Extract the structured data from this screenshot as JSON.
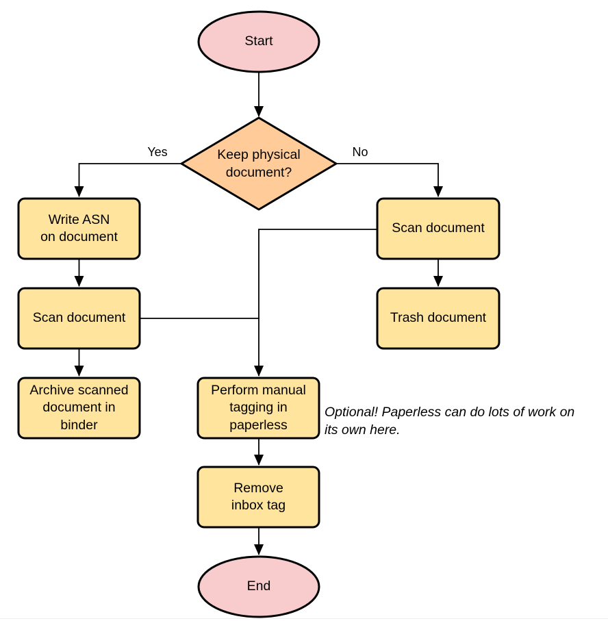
{
  "diagram": {
    "type": "flowchart",
    "colors": {
      "terminal_fill": "#F8CCCC",
      "decision_fill": "#FFCC99",
      "process_fill": "#FFE49E",
      "stroke": "#000000",
      "arrow": "#000000"
    },
    "nodes": {
      "start": {
        "type": "terminal",
        "label": "Start"
      },
      "decision": {
        "type": "decision",
        "label": "Keep physical\ndocument?"
      },
      "write_asn": {
        "type": "process",
        "label": "Write ASN\non document"
      },
      "scan_left": {
        "type": "process",
        "label": "Scan document"
      },
      "archive": {
        "type": "process",
        "label": "Archive scanned\ndocument in\nbinder"
      },
      "scan_right": {
        "type": "process",
        "label": "Scan document"
      },
      "trash": {
        "type": "process",
        "label": "Trash document"
      },
      "tagging": {
        "type": "process",
        "label": "Perform manual\ntagging in\npaperless"
      },
      "remove_inbox": {
        "type": "process",
        "label": "Remove\ninbox tag"
      },
      "end": {
        "type": "terminal",
        "label": "End"
      }
    },
    "edge_labels": {
      "yes": "Yes",
      "no": "No"
    },
    "edges": [
      {
        "from": "start",
        "to": "decision",
        "label": ""
      },
      {
        "from": "decision",
        "to": "write_asn",
        "label": "Yes"
      },
      {
        "from": "decision",
        "to": "scan_right",
        "label": "No"
      },
      {
        "from": "write_asn",
        "to": "scan_left",
        "label": ""
      },
      {
        "from": "scan_left",
        "to": "archive",
        "label": ""
      },
      {
        "from": "scan_right",
        "to": "trash",
        "label": ""
      },
      {
        "from": "scan_right",
        "to": "tagging",
        "label": ""
      },
      {
        "from": "scan_left",
        "to": "tagging",
        "label": ""
      },
      {
        "from": "tagging",
        "to": "remove_inbox",
        "label": ""
      },
      {
        "from": "remove_inbox",
        "to": "end",
        "label": ""
      }
    ],
    "annotation": "Optional! Paperless can do lots of work on\nits own here."
  }
}
